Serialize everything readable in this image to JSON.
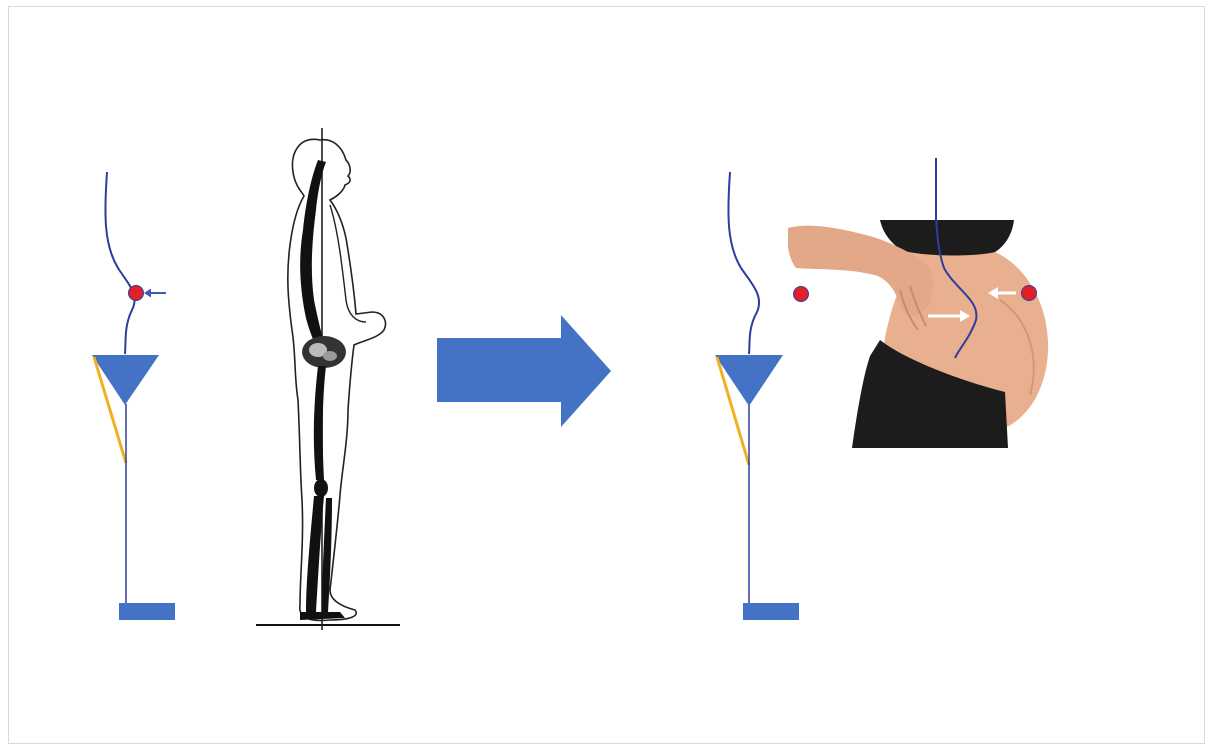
{
  "colors": {
    "spine_line": "#2f3e9e",
    "shape_blue": "#4472c4",
    "center_of_mass": "#e0202a",
    "hip_angle_line": "#f0b020",
    "skin": "#e9b08f",
    "clothing": "#1c1c1c",
    "arrow_white": "#ffffff"
  },
  "figures": {
    "left": {
      "icon": "spine-plumb-line-diagram",
      "illustration": "standing-skeleton-side-view-illustration"
    },
    "transition": {
      "icon": "right-arrow-icon"
    },
    "right": {
      "icon": "spine-plumb-line-diagram",
      "photo": "pregnant-woman-side-view-photo"
    }
  }
}
